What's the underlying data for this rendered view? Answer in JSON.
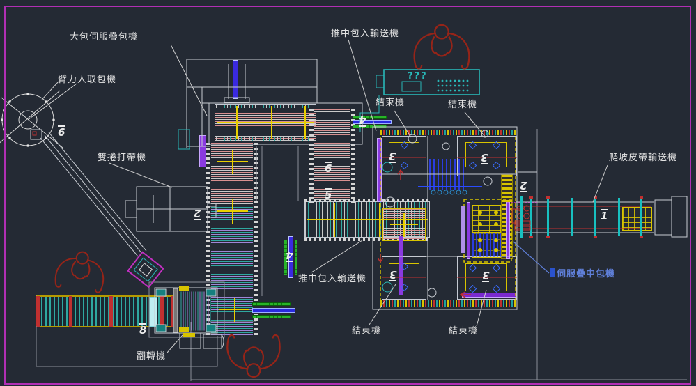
{
  "drawing_title": "packaging-line-layout",
  "labels": {
    "big_bag_servo_stacker": "大包伺服疊包機",
    "arm_picker": "臂力人取包機",
    "double_strapper": "雙捲打帶機",
    "push_infeed_top": "推中包入輸送機",
    "strapper_top_left": "結束機",
    "strapper_top_right": "結束機",
    "climbing_belt_conveyor": "爬坡皮帶輸送機",
    "servo_mid_bag_stacker": "伺服疊中包機",
    "push_infeed_bottom": "推中包入輸送機",
    "strapper_bottom_left": "結束機",
    "strapper_bottom_right": "結束機",
    "flipper": "翻轉機"
  },
  "panel": {
    "display_text": "???"
  },
  "balloons": {
    "circle_machine": "6",
    "strapper_machine": "2",
    "pusher_top": "4",
    "conveyor_upper": "6",
    "conveyor_lower": "5",
    "pusher_bottom": "4",
    "corner_tl": "3",
    "corner_tr": "3",
    "corner_bl": "3",
    "corner_br": "3",
    "right_side": "2",
    "climb_belt": "1",
    "flip_conveyor": "8"
  },
  "colors": {
    "background": "#242a34",
    "frame": "#b12fb4",
    "linework": "#d8d8d8",
    "accent_yellow": "#d8c400",
    "accent_teal": "#28b8b8",
    "accent_red": "#c03030",
    "operator_red": "#962418",
    "blue_label": "#5f7fd8"
  }
}
